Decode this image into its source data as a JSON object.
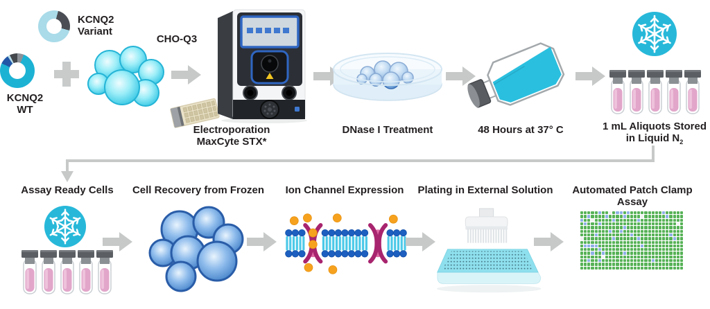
{
  "colors": {
    "accent_cyan": "#27b8d9",
    "arrow_gray": "#c7c9c9",
    "text": "#231f20",
    "tube_pink": "#e2a6ca",
    "cell_cyan": "#2cc3e2",
    "cell_blue": "#3f7ec6",
    "membrane_magenta": "#a8246e",
    "ion_orange": "#f6a21f"
  },
  "top_row": {
    "variant_chart": {
      "label_line1": "KCNQ2",
      "label_line2": "Variant",
      "segments": [
        {
          "color": "#a9dbe9",
          "start": 0,
          "end": 15
        },
        {
          "color": "#4a4e54",
          "start": 15,
          "end": 105
        },
        {
          "color": "#a9dbe9",
          "start": 105,
          "end": 360
        }
      ]
    },
    "wt_chart": {
      "label_line1": "KCNQ2",
      "label_line2": "WT",
      "segments": [
        {
          "color": "#8b9197",
          "start": 0,
          "end": 22
        },
        {
          "color": "#1cb2d4",
          "start": 22,
          "end": 295
        },
        {
          "color": "#2156a6",
          "start": 295,
          "end": 326
        },
        {
          "color": "#b7dde9",
          "start": 326,
          "end": 334
        },
        {
          "color": "#44484d",
          "start": 334,
          "end": 360
        }
      ]
    },
    "cho_label": "CHO-Q3",
    "electroporation": {
      "label_line1": "Electroporation",
      "label_line2": "MaxCyte STX*"
    },
    "dnase": {
      "label": "DNase I Treatment"
    },
    "incubation": {
      "label": "48 Hours at 37° C"
    },
    "aliquots": {
      "label_line1": "1 mL Aliquots Stored",
      "label_line2_prefix": "in Liquid N",
      "label_line2_sub": "2"
    }
  },
  "bottom_row": {
    "assay_ready": {
      "label": "Assay Ready Cells"
    },
    "recovery": {
      "label": "Cell Recovery from Frozen"
    },
    "ion_channel": {
      "label": "Ion Channel Expression"
    },
    "plating": {
      "label": "Plating in External Solution"
    },
    "patch_clamp": {
      "label": "Automated Patch Clamp Assay",
      "grid": {
        "cols": 29,
        "rows": 16,
        "colors": {
          "green": "#57b257",
          "blue": "#8fb0e8",
          "white": "#f2f2f2"
        },
        "blue_cells": [
          [
            0,
            5
          ],
          [
            0,
            10
          ],
          [
            0,
            11
          ],
          [
            0,
            13
          ],
          [
            0,
            23
          ],
          [
            1,
            2
          ],
          [
            1,
            7
          ],
          [
            1,
            12
          ],
          [
            1,
            24
          ],
          [
            2,
            0
          ],
          [
            2,
            9
          ],
          [
            2,
            16
          ],
          [
            3,
            1
          ],
          [
            3,
            5
          ],
          [
            4,
            12
          ],
          [
            5,
            8
          ],
          [
            5,
            11
          ],
          [
            6,
            4
          ],
          [
            6,
            14
          ],
          [
            6,
            25
          ],
          [
            7,
            9
          ],
          [
            7,
            16
          ],
          [
            7,
            26
          ],
          [
            9,
            1
          ],
          [
            9,
            2
          ],
          [
            9,
            3
          ],
          [
            9,
            4
          ],
          [
            9,
            17
          ],
          [
            10,
            5
          ],
          [
            11,
            3
          ],
          [
            11,
            6
          ],
          [
            11,
            12
          ],
          [
            13,
            2
          ],
          [
            13,
            5
          ],
          [
            13,
            20
          ]
        ],
        "white_cells": [
          [
            0,
            8
          ],
          [
            1,
            17
          ],
          [
            2,
            3
          ],
          [
            7,
            0
          ],
          [
            12,
            6
          ],
          [
            3,
            27
          ]
        ]
      }
    }
  }
}
